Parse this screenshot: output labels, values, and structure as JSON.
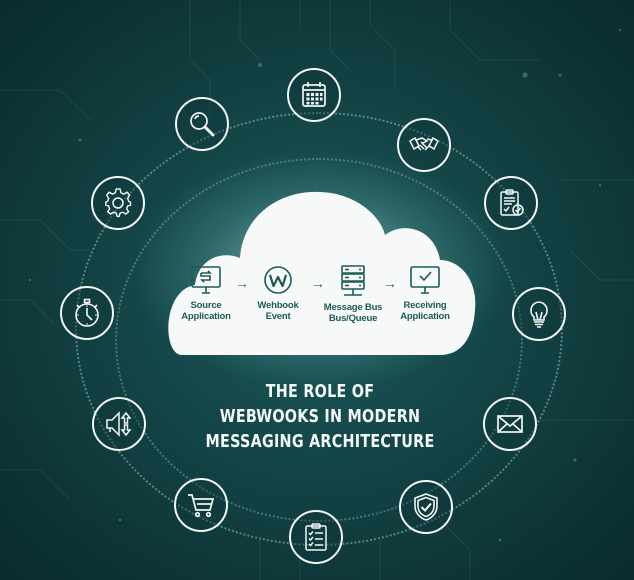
{
  "title": {
    "line1": "THE ROLE OF",
    "line2": "WEBWOOKS IN MODERN",
    "line3": "MESSAGING ARCHITECTURE"
  },
  "flow": {
    "steps": [
      {
        "label_line1": "Source Application",
        "label_line2": "",
        "icon": "monitor-sync-icon"
      },
      {
        "label_line1": "Wehbook",
        "label_line2": "Event",
        "icon": "w-logo-icon"
      },
      {
        "label_line1": "Message Bus",
        "label_line2": "Bus/Queue",
        "icon": "server-stack-icon"
      },
      {
        "label_line1": "Receiving",
        "label_line2": "Application",
        "icon": "monitor-check-icon"
      }
    ],
    "arrow": "→"
  },
  "orbit_icons": [
    {
      "name": "calendar-icon"
    },
    {
      "name": "handshake-icon"
    },
    {
      "name": "clipboard-check-icon"
    },
    {
      "name": "lightbulb-icon"
    },
    {
      "name": "envelope-icon"
    },
    {
      "name": "shield-check-icon"
    },
    {
      "name": "checklist-icon"
    },
    {
      "name": "shopping-cart-icon"
    },
    {
      "name": "megaphone-updown-icon"
    },
    {
      "name": "stopwatch-icon"
    },
    {
      "name": "gear-icon"
    },
    {
      "name": "magnifier-icon"
    }
  ],
  "colors": {
    "background": "#144648",
    "cloud": "#f7f9f8",
    "accent_text": "#1c5a5a",
    "icon_stroke": "#f2f6f5"
  }
}
